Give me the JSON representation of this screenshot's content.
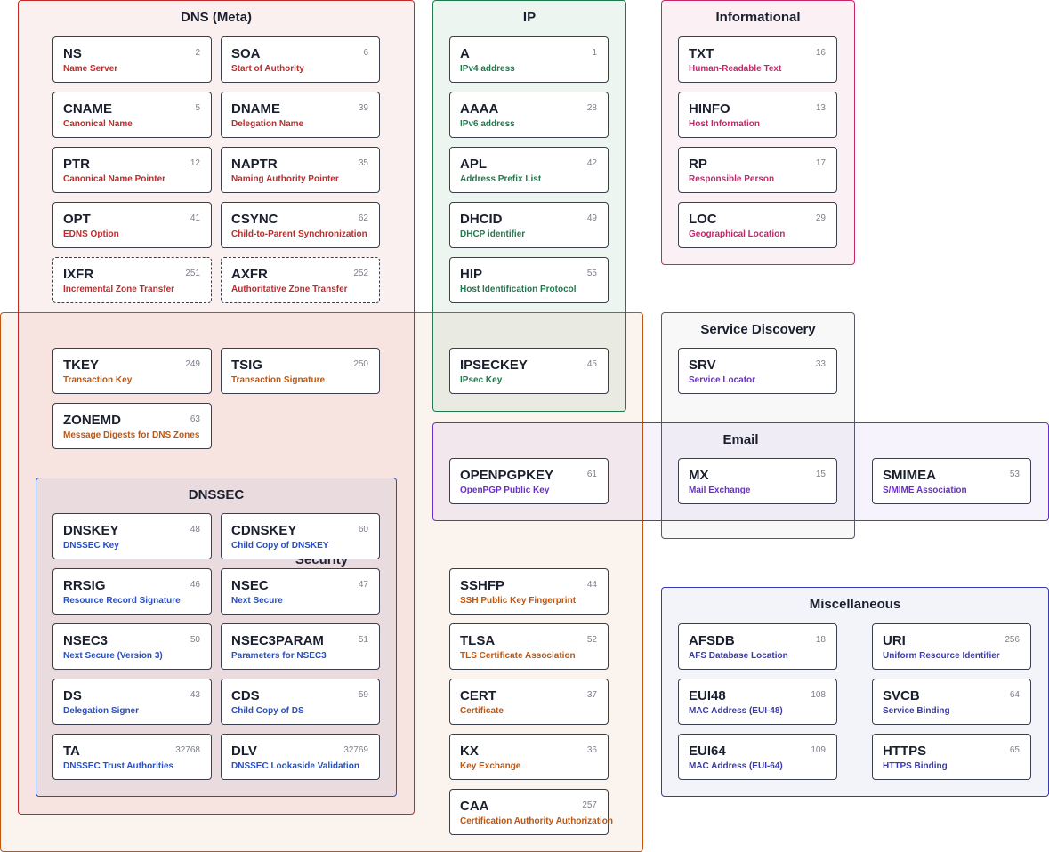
{
  "colors": {
    "dns_meta": "#c22a2a",
    "ip": "#1f7a4c",
    "informational": "#c8266a",
    "service_discovery": "#6b2fcf",
    "email": "#6b2fcf",
    "security": "#c0560e",
    "dnssec": "#2550c8",
    "miscellaneous": "#3a3ab0",
    "card_border": "#3a3f4b",
    "number_text": "#7a7f8a"
  },
  "groups": {
    "dns_meta": {
      "title": "DNS (Meta)",
      "records": [
        {
          "type": "NS",
          "number": "2",
          "description": "Name Server"
        },
        {
          "type": "SOA",
          "number": "6",
          "description": "Start of Authority"
        },
        {
          "type": "CNAME",
          "number": "5",
          "description": "Canonical Name"
        },
        {
          "type": "DNAME",
          "number": "39",
          "description": "Delegation Name"
        },
        {
          "type": "PTR",
          "number": "12",
          "description": "Canonical Name Pointer"
        },
        {
          "type": "NAPTR",
          "number": "35",
          "description": "Naming Authority Pointer"
        },
        {
          "type": "OPT",
          "number": "41",
          "description": "EDNS Option"
        },
        {
          "type": "CSYNC",
          "number": "62",
          "description": "Child-to-Parent Synchronization"
        },
        {
          "type": "IXFR",
          "number": "251",
          "description": "Incremental Zone Transfer",
          "style": "dashed"
        },
        {
          "type": "AXFR",
          "number": "252",
          "description": "Authoritative Zone Transfer",
          "style": "dashed"
        }
      ]
    },
    "ip": {
      "title": "IP",
      "records": [
        {
          "type": "A",
          "number": "1",
          "description": "IPv4 address"
        },
        {
          "type": "AAAA",
          "number": "28",
          "description": "IPv6 address"
        },
        {
          "type": "APL",
          "number": "42",
          "description": "Address Prefix List"
        },
        {
          "type": "DHCID",
          "number": "49",
          "description": "DHCP identifier"
        },
        {
          "type": "HIP",
          "number": "55",
          "description": "Host Identification Protocol"
        },
        {
          "type": "IPSECKEY",
          "number": "45",
          "description": "IPsec Key"
        }
      ]
    },
    "informational": {
      "title": "Informational",
      "records": [
        {
          "type": "TXT",
          "number": "16",
          "description": "Human-Readable Text"
        },
        {
          "type": "HINFO",
          "number": "13",
          "description": "Host Information"
        },
        {
          "type": "RP",
          "number": "17",
          "description": "Responsible Person"
        },
        {
          "type": "LOC",
          "number": "29",
          "description": "Geographical Location"
        }
      ]
    },
    "security_shared": {
      "records": [
        {
          "type": "TKEY",
          "number": "249",
          "description": "Transaction Key"
        },
        {
          "type": "TSIG",
          "number": "250",
          "description": "Transaction Signature"
        },
        {
          "type": "ZONEMD",
          "number": "63",
          "description": "Message Digests for DNS Zones"
        }
      ]
    },
    "service_discovery": {
      "title": "Service Discovery",
      "records": [
        {
          "type": "SRV",
          "number": "33",
          "description": "Service Locator"
        }
      ]
    },
    "email": {
      "title": "Email",
      "records": [
        {
          "type": "OPENPGPKEY",
          "number": "61",
          "description": "OpenPGP Public Key"
        },
        {
          "type": "MX",
          "number": "15",
          "description": "Mail Exchange"
        },
        {
          "type": "SMIMEA",
          "number": "53",
          "description": "S/MIME Association"
        }
      ]
    },
    "dnssec": {
      "title": "DNSSEC",
      "records": [
        {
          "type": "DNSKEY",
          "number": "48",
          "description": "DNSSEC Key"
        },
        {
          "type": "CDNSKEY",
          "number": "60",
          "description": "Child Copy of DNSKEY"
        },
        {
          "type": "RRSIG",
          "number": "46",
          "description": "Resource Record Signature"
        },
        {
          "type": "NSEC",
          "number": "47",
          "description": "Next Secure"
        },
        {
          "type": "NSEC3",
          "number": "50",
          "description": "Next Secure (Version 3)"
        },
        {
          "type": "NSEC3PARAM",
          "number": "51",
          "description": "Parameters for NSEC3"
        },
        {
          "type": "DS",
          "number": "43",
          "description": "Delegation Signer"
        },
        {
          "type": "CDS",
          "number": "59",
          "description": "Child Copy of DS"
        },
        {
          "type": "TA",
          "number": "32768",
          "description": "DNSSEC Trust Authorities"
        },
        {
          "type": "DLV",
          "number": "32769",
          "description": "DNSSEC Lookaside Validation"
        }
      ]
    },
    "security": {
      "title": "Security",
      "records": [
        {
          "type": "SSHFP",
          "number": "44",
          "description": "SSH Public Key Fingerprint"
        },
        {
          "type": "TLSA",
          "number": "52",
          "description": "TLS Certificate Association"
        },
        {
          "type": "CERT",
          "number": "37",
          "description": "Certificate"
        },
        {
          "type": "KX",
          "number": "36",
          "description": "Key Exchange"
        },
        {
          "type": "CAA",
          "number": "257",
          "description": "Certification Authority Authorization"
        }
      ]
    },
    "miscellaneous": {
      "title": "Miscellaneous",
      "records": [
        {
          "type": "AFSDB",
          "number": "18",
          "description": "AFS Database Location"
        },
        {
          "type": "URI",
          "number": "256",
          "description": "Uniform Resource Identifier"
        },
        {
          "type": "EUI48",
          "number": "108",
          "description": "MAC Address (EUI-48)"
        },
        {
          "type": "SVCB",
          "number": "64",
          "description": "Service Binding"
        },
        {
          "type": "EUI64",
          "number": "109",
          "description": "MAC Address (EUI-64)"
        },
        {
          "type": "HTTPS",
          "number": "65",
          "description": "HTTPS Binding"
        }
      ]
    }
  }
}
